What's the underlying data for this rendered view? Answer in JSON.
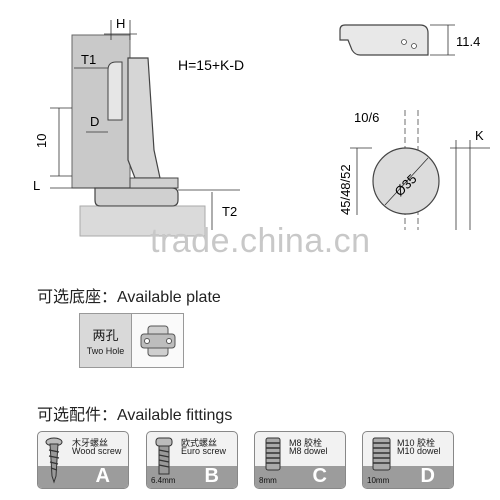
{
  "diagram": {
    "label_h": "H",
    "label_t1": "T1",
    "label_d": "D",
    "label_10": "10",
    "label_l": "L",
    "label_t2": "T2",
    "formula": "H=15+K-D",
    "label_11_4": "11.4",
    "label_10_6": "10/6",
    "label_k": "K",
    "label_45": "45/48/52",
    "label_35": "Ø35"
  },
  "watermark": "trade.china.cn",
  "plate_section": {
    "heading": "可选底座：Available plate",
    "item_cn": "两孔",
    "item_en": "Two Hole"
  },
  "fittings_section": {
    "heading": "可选配件：Available fittings",
    "items": [
      {
        "cn": "木牙螺丝",
        "en": "Wood screw",
        "size": "",
        "letter": "A"
      },
      {
        "cn": "欧式螺丝",
        "en": "Euro screw",
        "size": "6.4mm",
        "letter": "B"
      },
      {
        "cn": "M8 胶栓",
        "en": "M8 dowel",
        "size": "8mm",
        "letter": "C"
      },
      {
        "cn": "M10 胶栓",
        "en": "M10 dowel",
        "size": "10mm",
        "letter": "D"
      }
    ]
  }
}
